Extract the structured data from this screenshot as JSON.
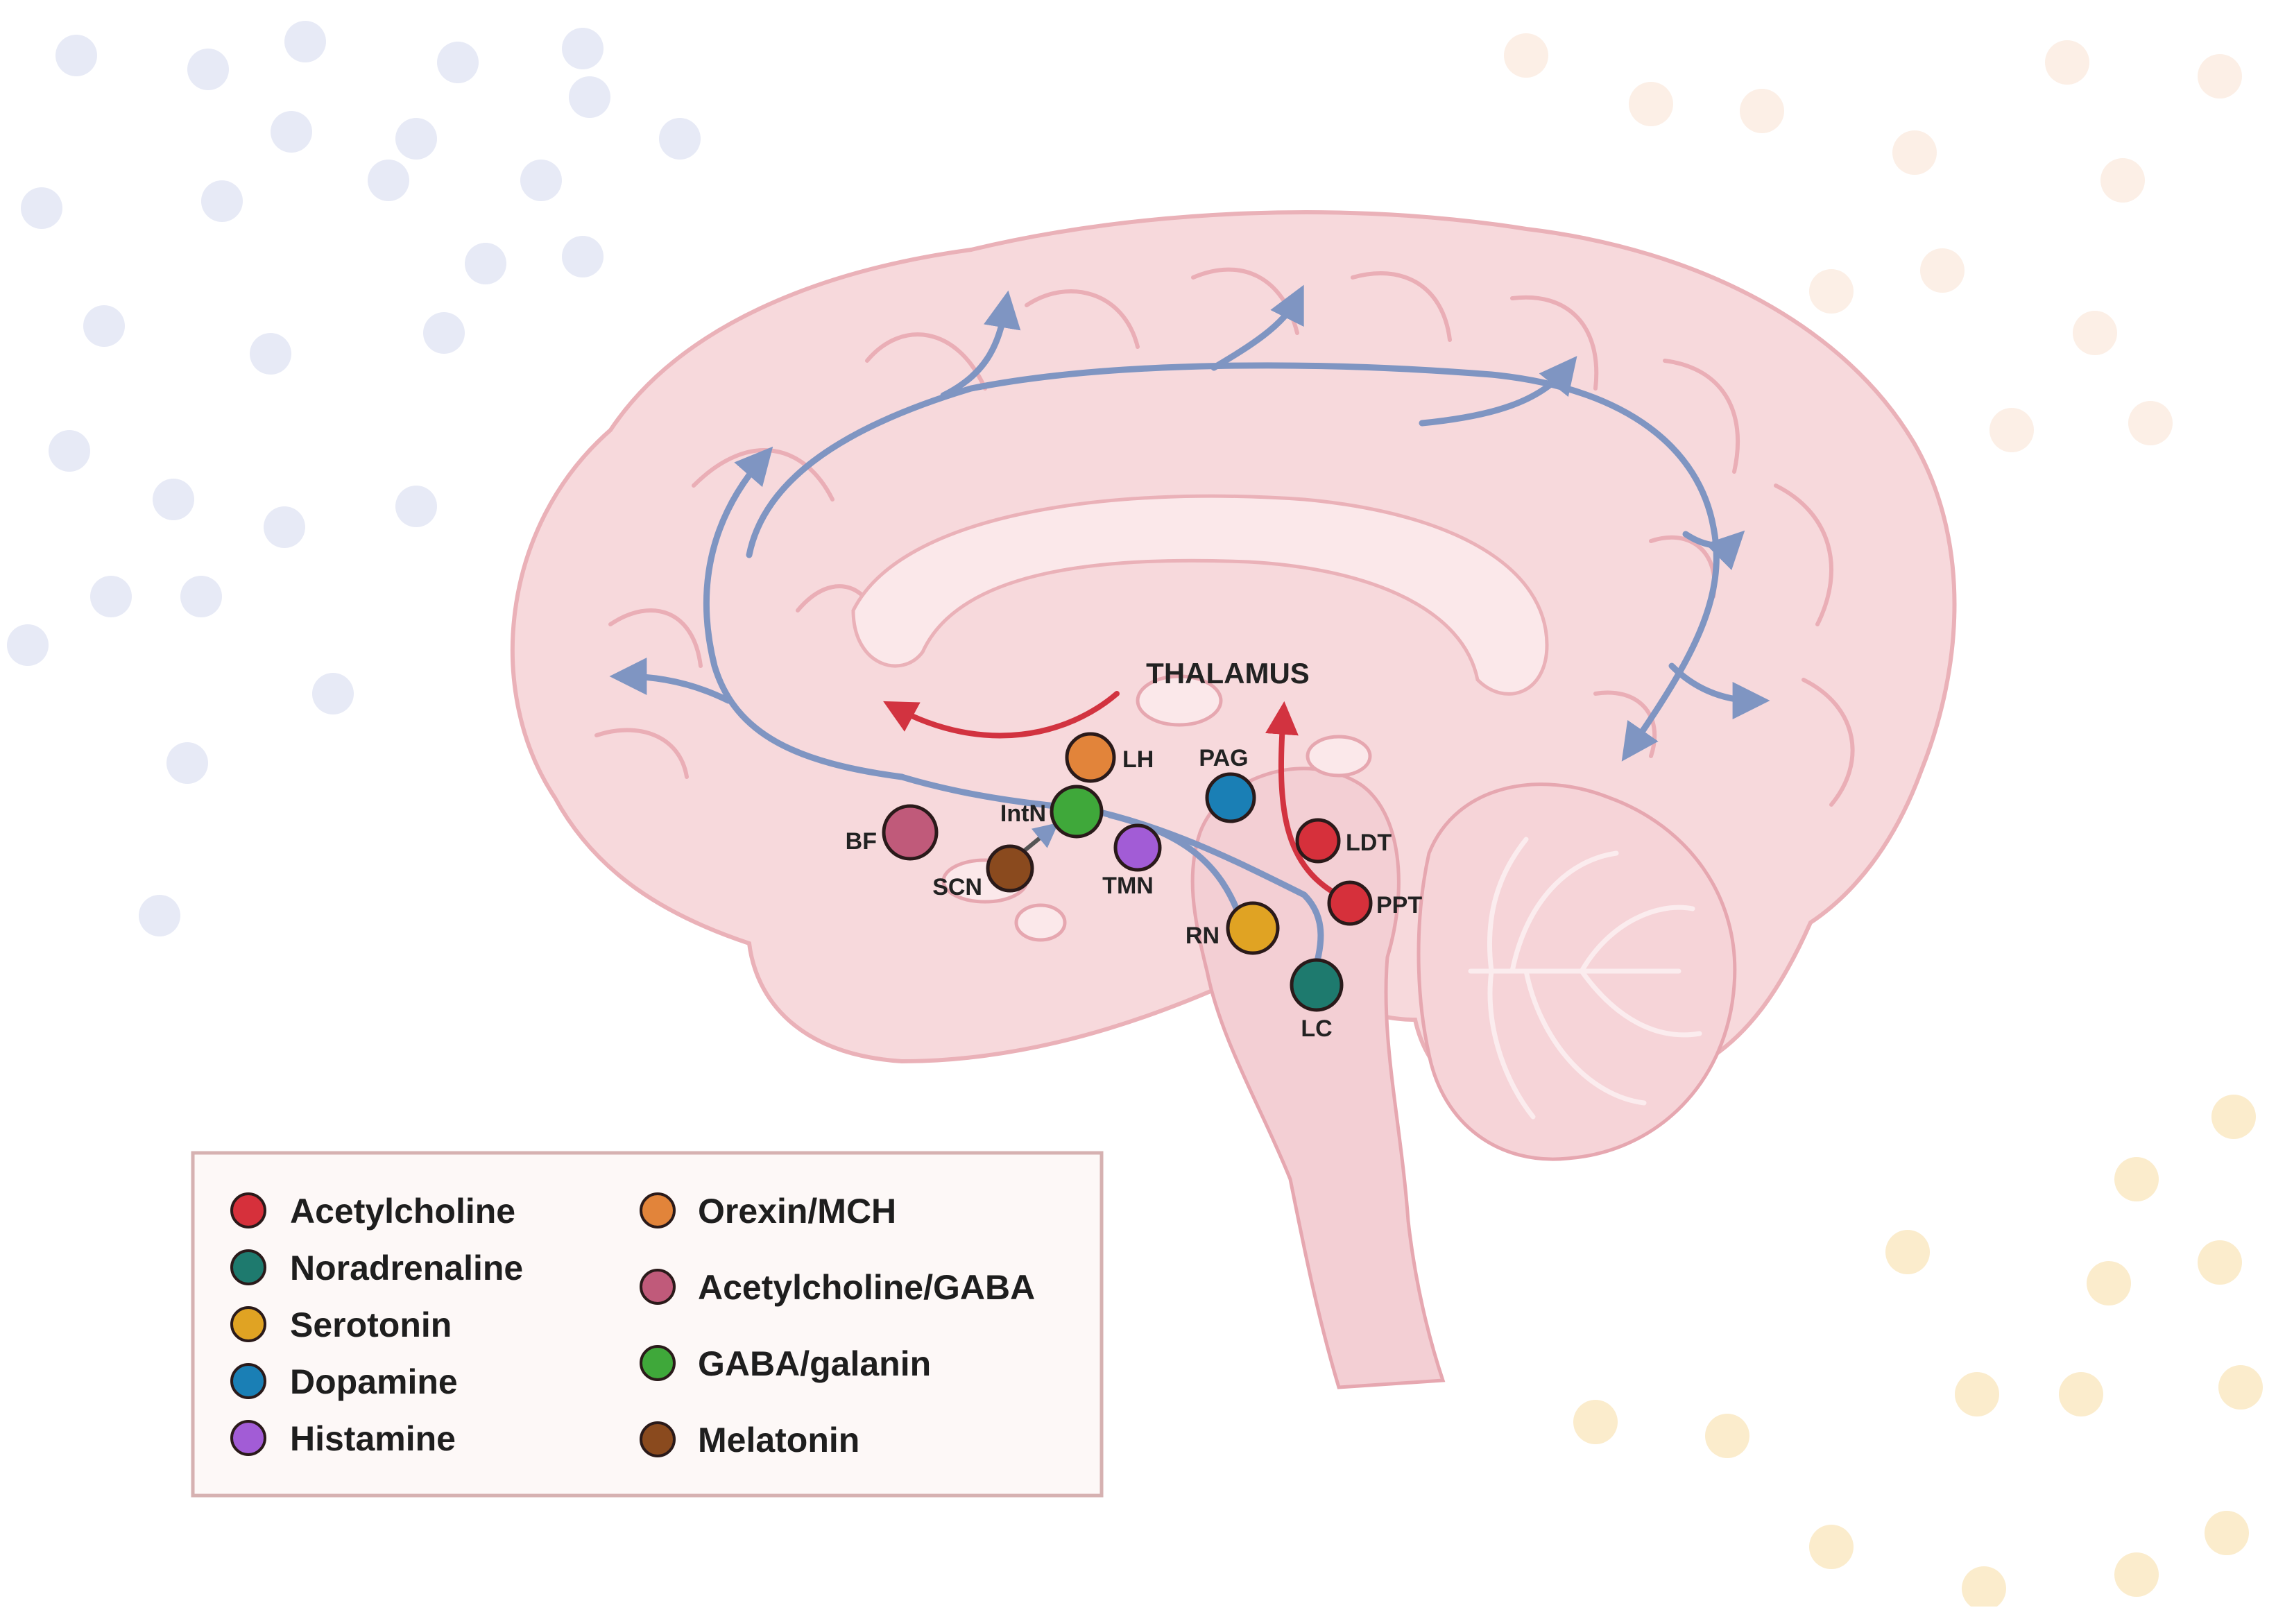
{
  "diagram": {
    "region_label": "THALAMUS",
    "colors": {
      "acetylcholine": "#d6303b",
      "noradrenaline": "#1e7a6e",
      "serotonin": "#e0a323",
      "dopamine": "#1a7fb5",
      "histamine": "#a25cd6",
      "orexin_mch": "#e2843a",
      "acetylcholine_gaba": "#c05a7a",
      "gaba_galanin": "#3fa83a",
      "melatonin": "#8a4a1e",
      "pathway_blue": "#7f95c2",
      "pathway_red": "#d23340",
      "brain_fill": "#f7d9dc",
      "brain_outline": "#e8a8b0"
    },
    "nuclei": [
      {
        "id": "lh",
        "label": "LH",
        "type": "orexin_mch"
      },
      {
        "id": "pag",
        "label": "PAG",
        "type": "dopamine"
      },
      {
        "id": "intn",
        "label": "IntN",
        "type": "gaba_galanin"
      },
      {
        "id": "bf",
        "label": "BF",
        "type": "acetylcholine_gaba"
      },
      {
        "id": "scn",
        "label": "SCN",
        "type": "melatonin"
      },
      {
        "id": "tmn",
        "label": "TMN",
        "type": "histamine"
      },
      {
        "id": "ldt",
        "label": "LDT",
        "type": "acetylcholine"
      },
      {
        "id": "ppt",
        "label": "PPT",
        "type": "acetylcholine"
      },
      {
        "id": "rn",
        "label": "RN",
        "type": "serotonin"
      },
      {
        "id": "lc",
        "label": "LC",
        "type": "noradrenaline"
      }
    ]
  },
  "legend": {
    "left": [
      {
        "label": "Acetylcholine",
        "type": "acetylcholine"
      },
      {
        "label": "Noradrenaline",
        "type": "noradrenaline"
      },
      {
        "label": "Serotonin",
        "type": "serotonin"
      },
      {
        "label": "Dopamine",
        "type": "dopamine"
      },
      {
        "label": "Histamine",
        "type": "histamine"
      }
    ],
    "right": [
      {
        "label": "Orexin/MCH",
        "type": "orexin_mch"
      },
      {
        "label": "Acetylcholine/GABA",
        "type": "acetylcholine_gaba"
      },
      {
        "label": "GABA/galanin",
        "type": "gaba_galanin"
      },
      {
        "label": "Melatonin",
        "type": "melatonin"
      }
    ]
  }
}
